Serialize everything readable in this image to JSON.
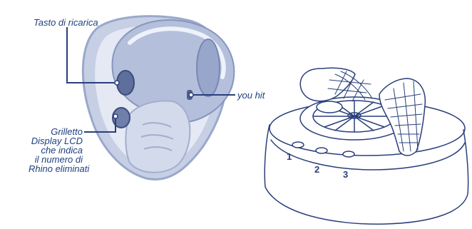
{
  "labels": {
    "reload_button": "Tasto di ricarica",
    "you_hit": "you hit",
    "trigger_lines": [
      "Grilletto",
      "Display LCD",
      "che indica",
      "il numero di",
      "Rhino eliminati"
    ]
  },
  "device_buttons": [
    "1",
    "2",
    "3"
  ],
  "colors": {
    "ink": "#1e3f80",
    "line": "#2a3f7a",
    "blob": "#c6cfe4",
    "blob_inner": "#e9edf6"
  }
}
